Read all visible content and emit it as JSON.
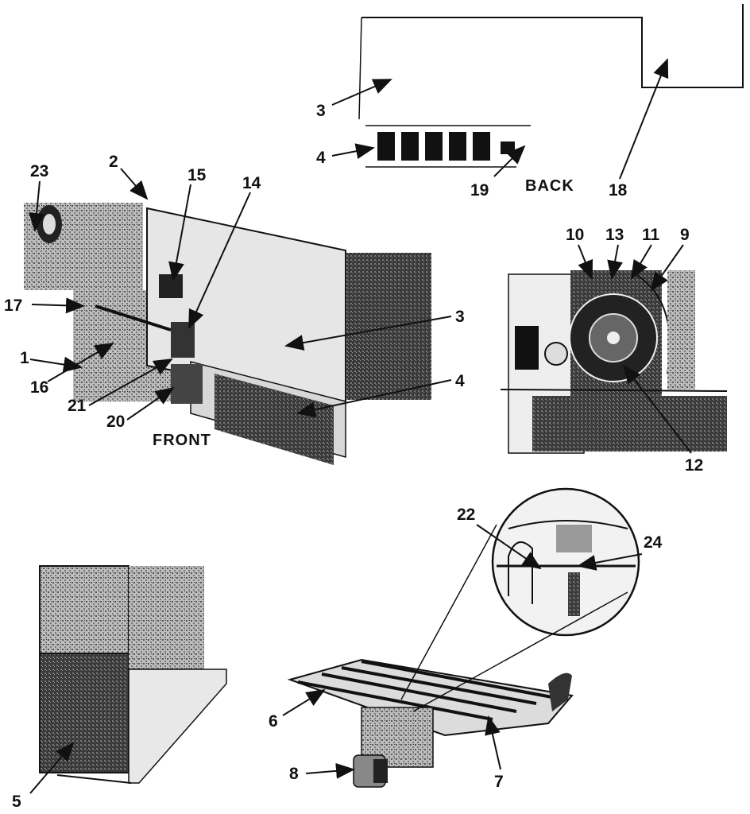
{
  "diagram": {
    "ink_color": "#111111",
    "paper_color": "#ffffff",
    "views": {
      "back": "BACK",
      "front": "FRONT"
    },
    "callouts": {
      "c1": "1",
      "c2": "2",
      "c3a": "3",
      "c3b": "3",
      "c4a": "4",
      "c4b": "4",
      "c5": "5",
      "c6": "6",
      "c7": "7",
      "c8": "8",
      "c9": "9",
      "c10": "10",
      "c11": "11",
      "c12": "12",
      "c13": "13",
      "c14": "14",
      "c15": "15",
      "c16": "16",
      "c17": "17",
      "c18": "18",
      "c19": "19",
      "c20": "20",
      "c21": "21",
      "c22": "22",
      "c23": "23",
      "c24": "24"
    }
  }
}
